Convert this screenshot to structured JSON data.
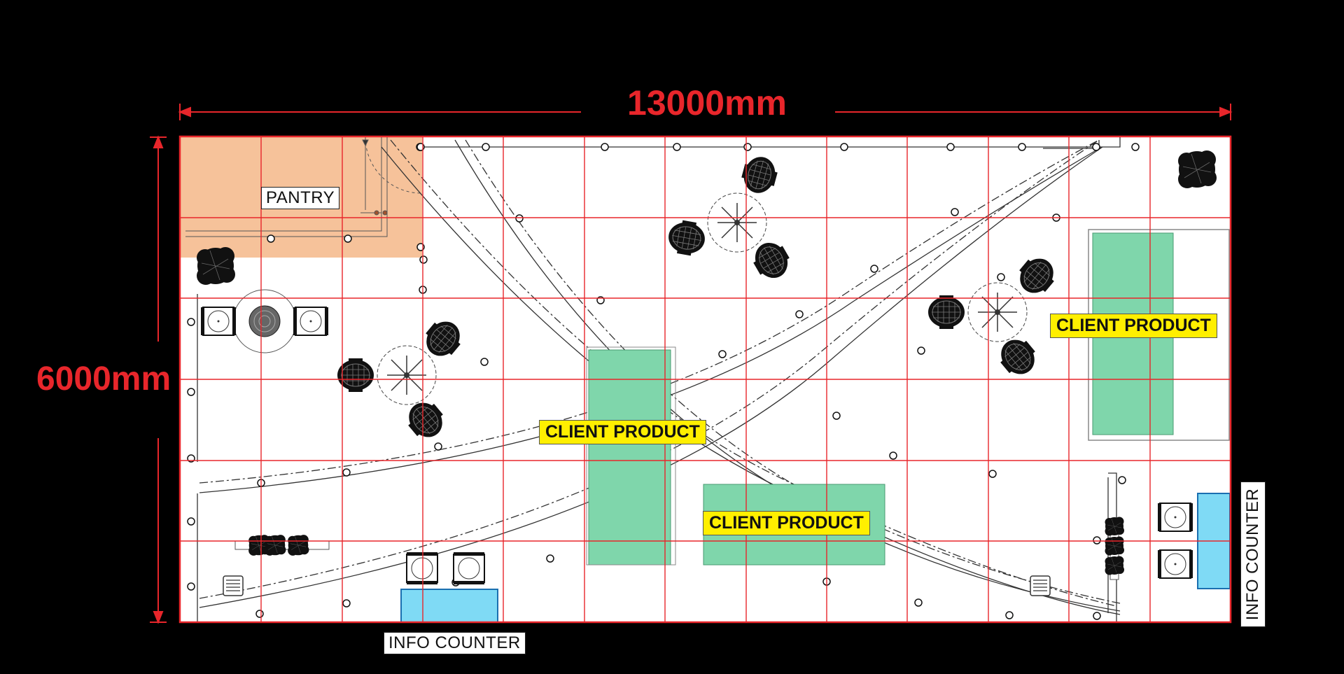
{
  "dimensions": {
    "width_label": "13000mm",
    "height_label": "6000mm"
  },
  "labels": {
    "pantry": "PANTRY",
    "info_counter_bottom": "INFO COUNTER",
    "info_counter_right": "INFO COUNTER",
    "client_product_1": "CLIENT PRODUCT",
    "client_product_2": "CLIENT PRODUCT",
    "client_product_3": "CLIENT PRODUCT"
  },
  "colors": {
    "background": "#000000",
    "dimension_red": "#e8262b",
    "grid_red": "#e8262b",
    "pantry_orange": "#f6c29a",
    "product_green": "#7fd6ab",
    "counter_blue": "#7fdaf5",
    "label_yellow": "#ffef00"
  }
}
